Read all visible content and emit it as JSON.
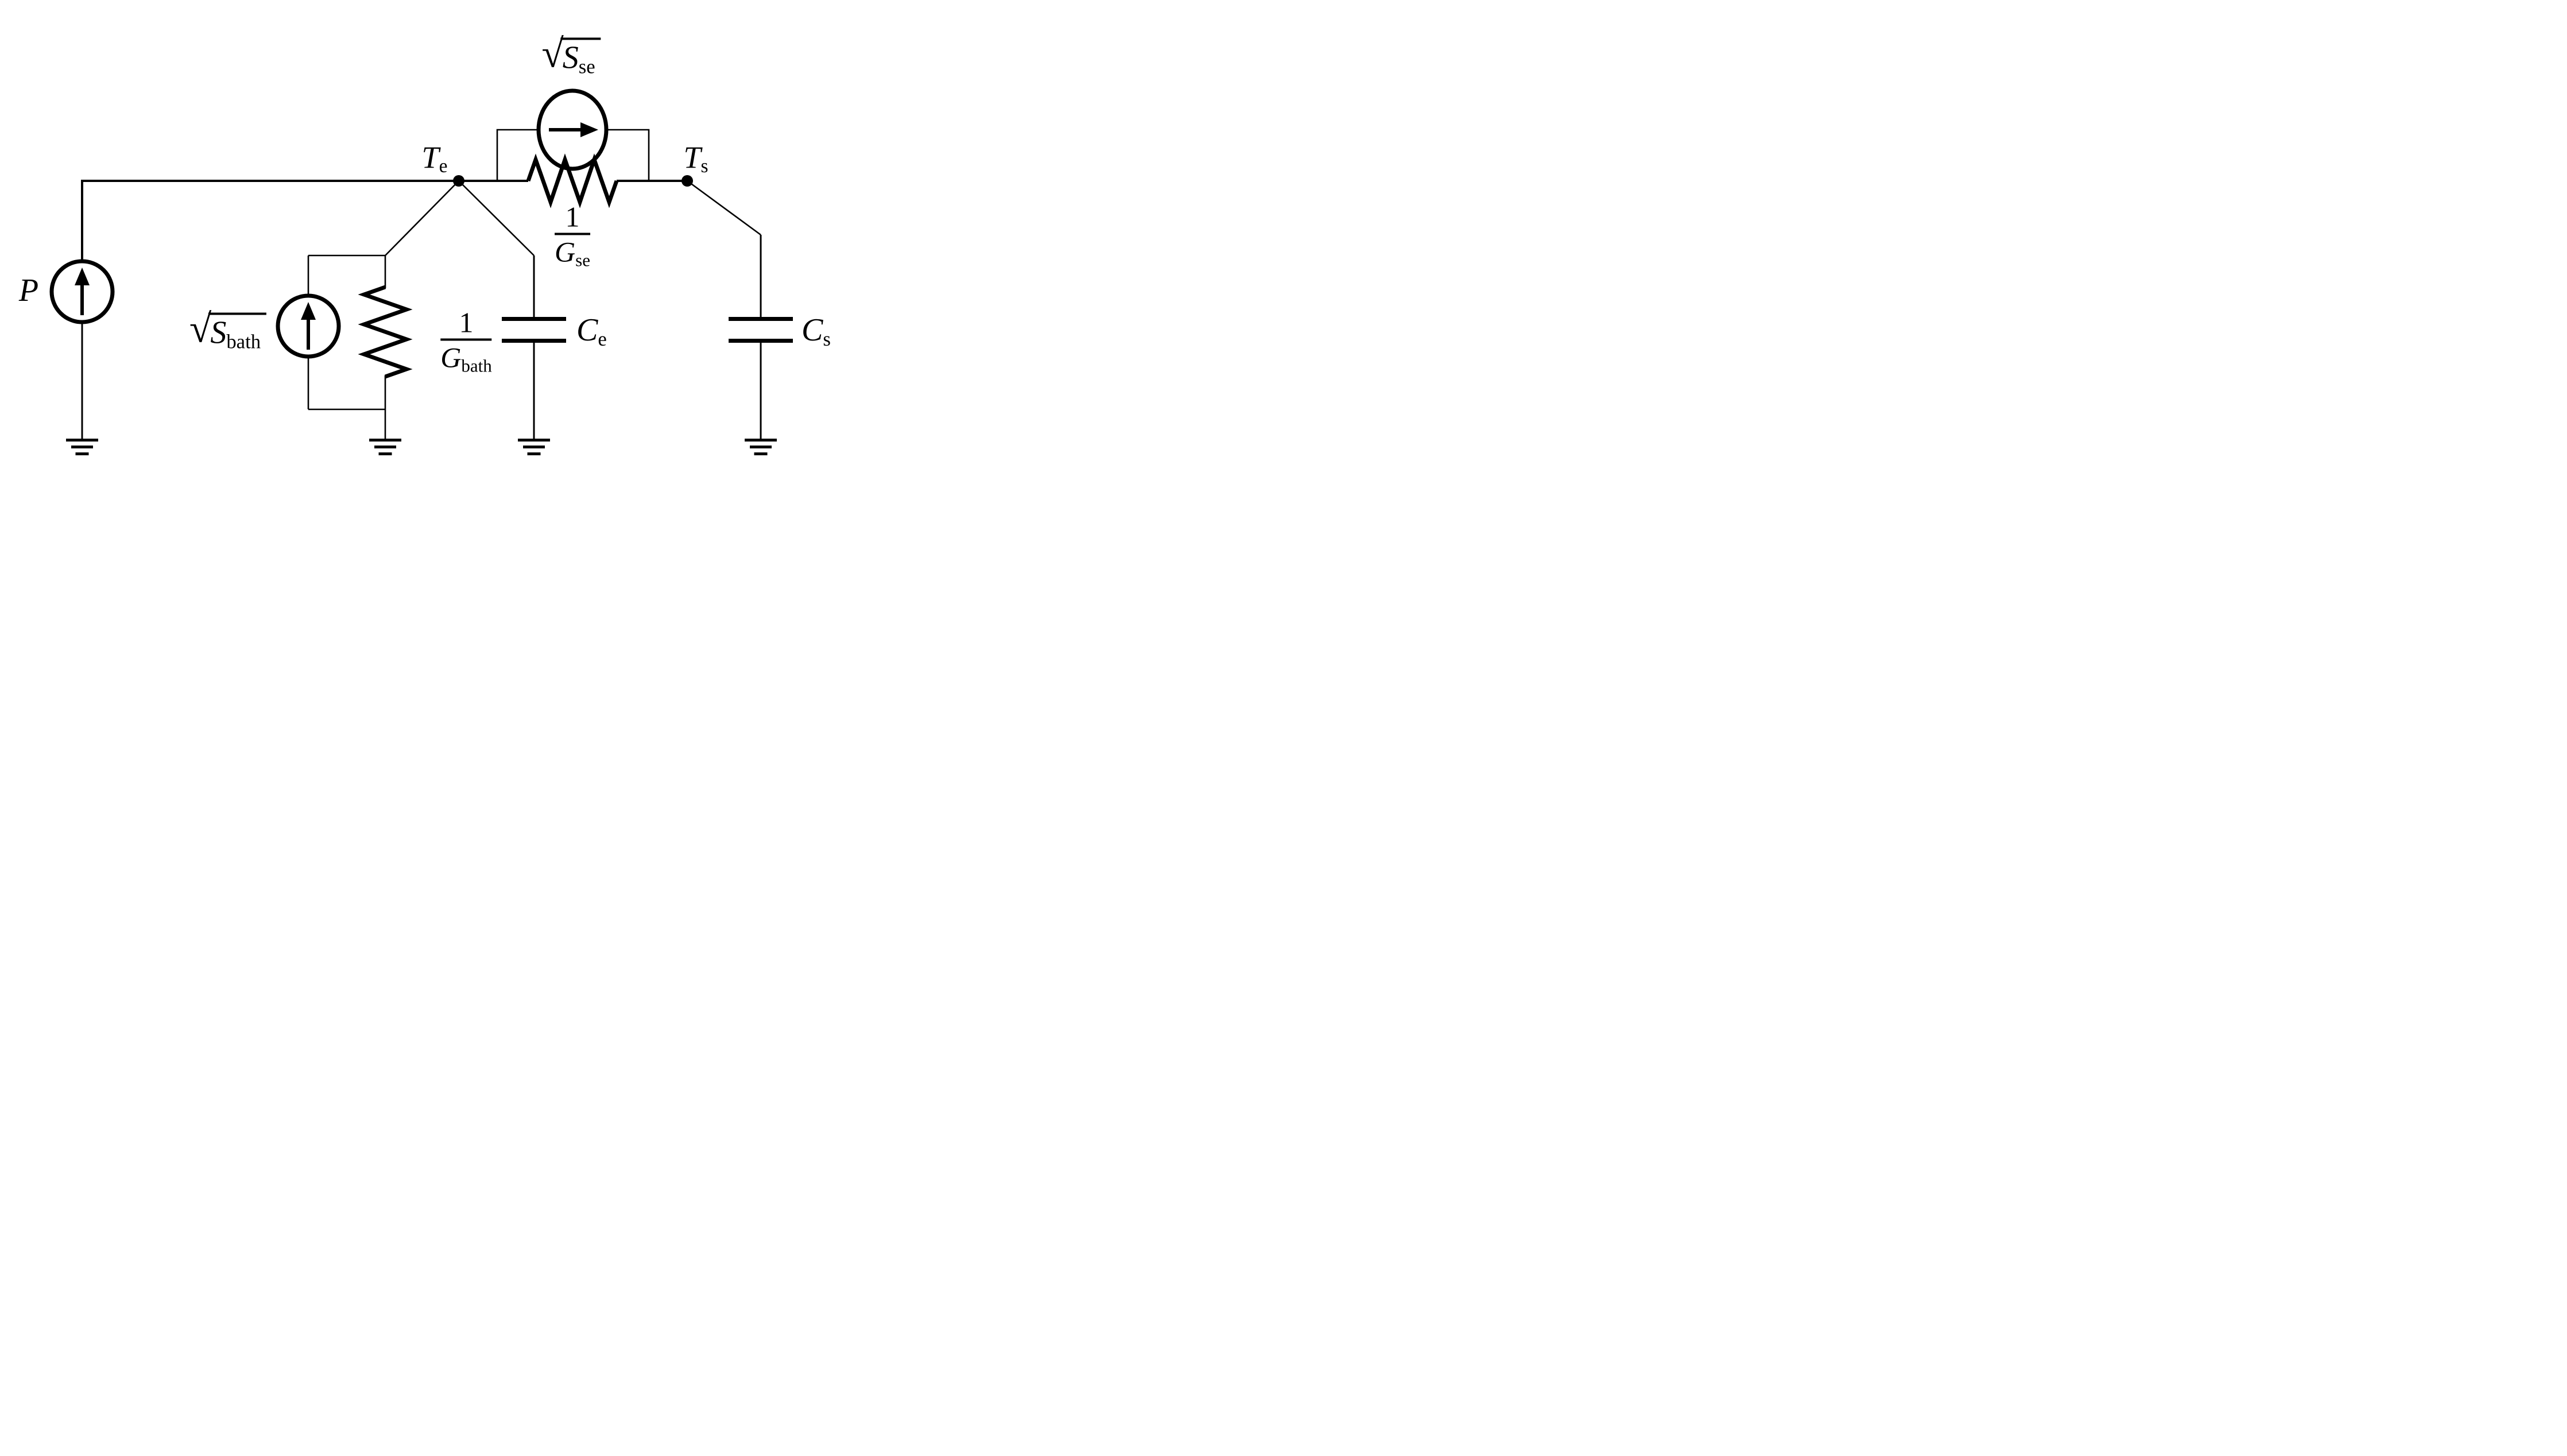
{
  "sources": {
    "p": {
      "label": "P"
    },
    "s_bath": {
      "radical": "√",
      "symbol": "S",
      "subscript": "bath"
    },
    "s_se": {
      "radical": "√",
      "symbol": "S",
      "subscript": "se"
    }
  },
  "resistors": {
    "g_bath": {
      "numerator": "1",
      "symbol": "G",
      "subscript": "bath"
    },
    "g_se": {
      "numerator": "1",
      "symbol": "G",
      "subscript": "se"
    }
  },
  "capacitors": {
    "c_e": {
      "symbol": "C",
      "subscript": "e"
    },
    "c_s": {
      "symbol": "C",
      "subscript": "s"
    }
  },
  "nodes": {
    "t_e": {
      "symbol": "T",
      "subscript": "e"
    },
    "t_s": {
      "symbol": "T",
      "subscript": "s"
    }
  },
  "colors": {
    "line": "#000000",
    "background": "#ffffff"
  }
}
